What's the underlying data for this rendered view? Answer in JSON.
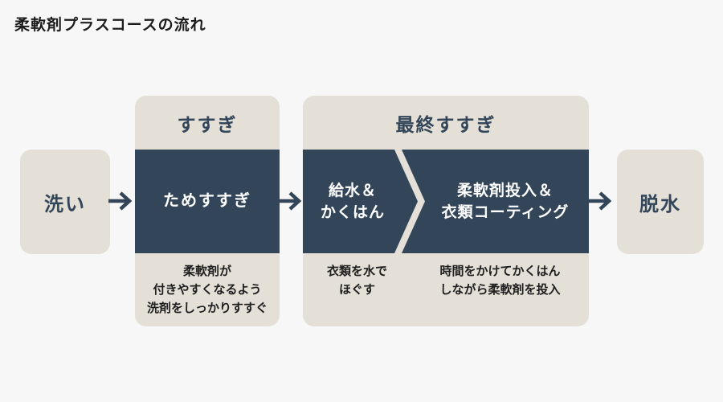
{
  "title": "柔軟剤プラスコースの流れ",
  "colors": {
    "background": "#f7f7f7",
    "panel_beige": "#e4e0d8",
    "navy": "#334659",
    "band_text": "#ffffff",
    "note_text": "#1e1e1e"
  },
  "icons": {
    "flow_arrow": "→"
  },
  "flow": {
    "start": {
      "label": "洗い"
    },
    "rinse": {
      "header": "すすぎ",
      "step_label": "ためすすぎ",
      "note": "柔軟剤が\n付きやすくなるよう\n洗剤をしっかりすすぐ"
    },
    "final_rinse": {
      "header": "最終すすぎ",
      "steps": [
        {
          "label": "給水＆\nかくはん",
          "note": "衣類を水で\nほぐす"
        },
        {
          "label": "柔軟剤投入＆\n衣類コーティング",
          "note": "時間をかけてかくはん\nしながら柔軟剤を投入"
        }
      ]
    },
    "end": {
      "label": "脱水"
    }
  }
}
